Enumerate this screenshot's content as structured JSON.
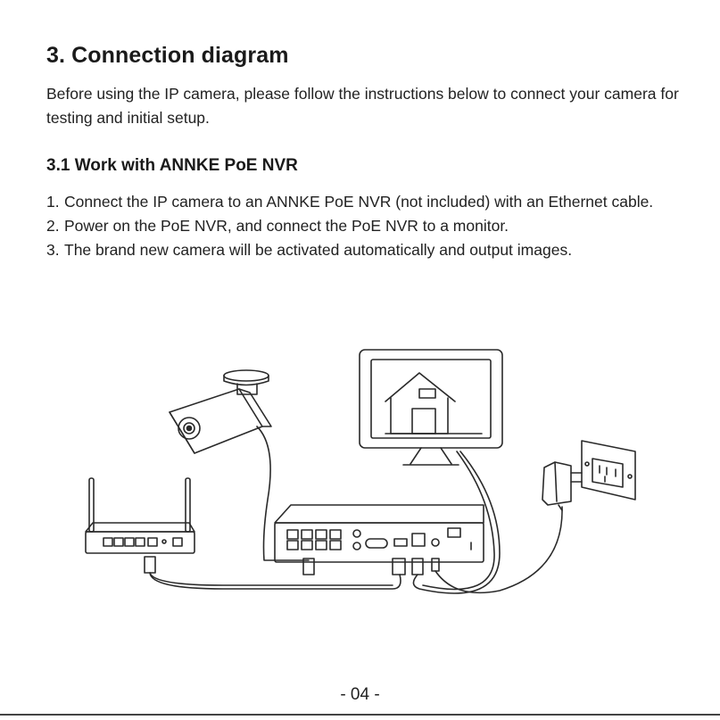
{
  "section": {
    "title": "3. Connection diagram",
    "intro": "Before using the IP camera, please follow the instructions below to connect your camera for testing and initial setup."
  },
  "subsection": {
    "title": "3.1 Work with ANNKE PoE NVR",
    "steps": [
      {
        "num": "1.",
        "text": "Connect the IP camera to an ANNKE PoE NVR (not included) with an Ethernet cable."
      },
      {
        "num": "2.",
        "text": "Power on the PoE NVR, and connect the PoE NVR to a monitor."
      },
      {
        "num": "3.",
        "text": "The brand new camera will be activated automatically and output images."
      }
    ]
  },
  "diagram": {
    "items": [
      "ip-camera",
      "monitor",
      "router",
      "poe-nvr",
      "power-adapter",
      "wall-outlet"
    ]
  },
  "footer": {
    "page_number": "- 04 -"
  }
}
